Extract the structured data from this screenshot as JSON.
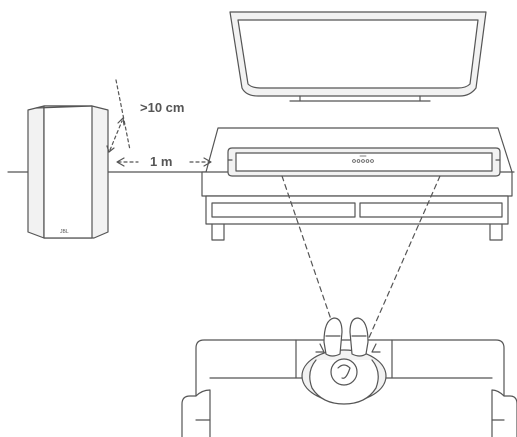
{
  "labels": {
    "clearance": ">10 cm",
    "distance": "1 m",
    "subwoofer_logo": "JBL"
  },
  "colors": {
    "stroke": "#555555",
    "fill": "#f2f2f2",
    "background": "#ffffff"
  }
}
